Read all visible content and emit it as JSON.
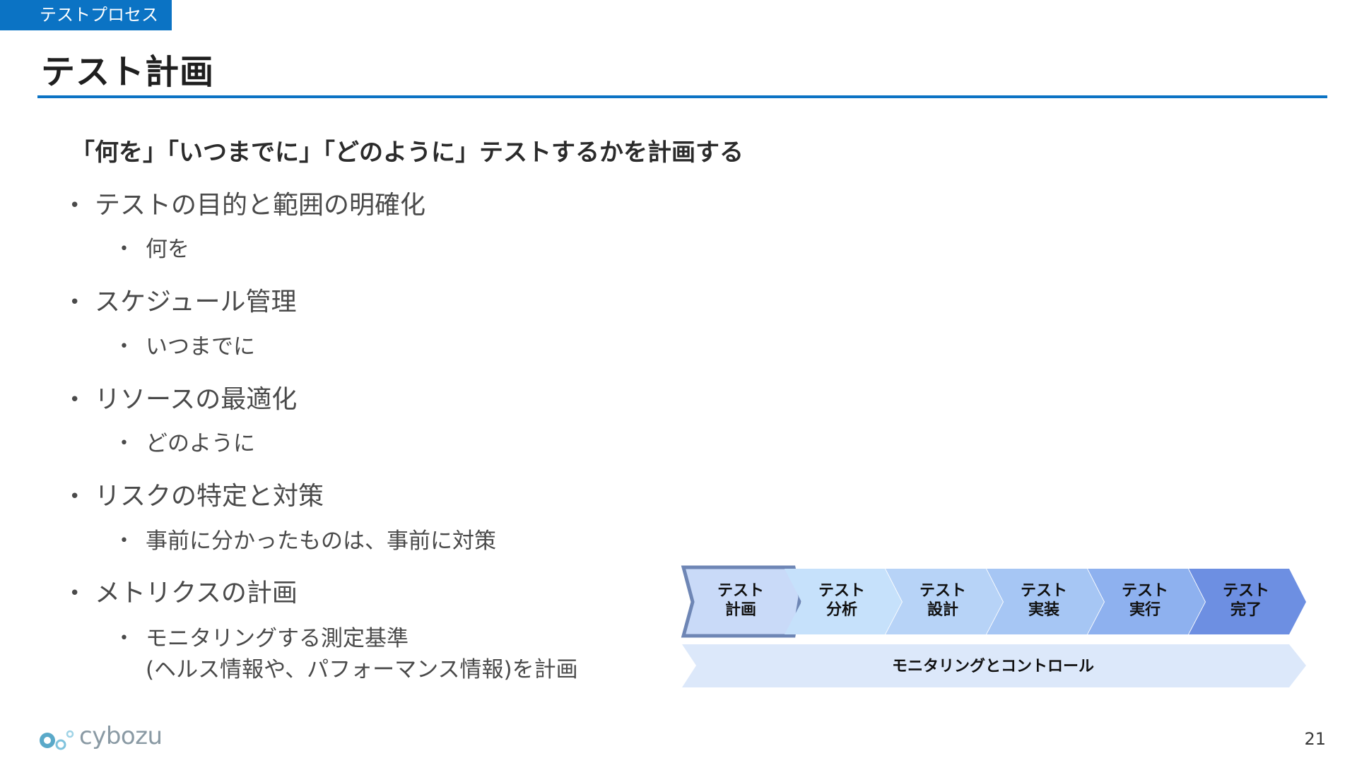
{
  "header": {
    "section_tag": "テストプロセス",
    "title": "テスト計画"
  },
  "lead": "「何を」「いつまでに」「どのように」テストするかを計画する",
  "bullets": [
    {
      "text": "テストの目的と範囲の明確化",
      "sub": [
        "何を"
      ]
    },
    {
      "text": "スケジュール管理",
      "sub": [
        "いつまでに"
      ]
    },
    {
      "text": "リソースの最適化",
      "sub": [
        "どのように"
      ]
    },
    {
      "text": "リスクの特定と対策",
      "sub": [
        "事前に分かったものは、事前に対策"
      ]
    },
    {
      "text": "メトリクスの計画",
      "sub": [
        "モニタリングする測定基準",
        "(ヘルス情報や、パフォーマンス情報)を計画"
      ]
    }
  ],
  "process": {
    "steps": [
      {
        "line1": "テスト",
        "line2": "計画",
        "fill": "#c9daf8",
        "highlight": true
      },
      {
        "line1": "テスト",
        "line2": "分析",
        "fill": "#c6e1fb"
      },
      {
        "line1": "テスト",
        "line2": "設計",
        "fill": "#b7d3f7"
      },
      {
        "line1": "テスト",
        "line2": "実装",
        "fill": "#a6c6f4"
      },
      {
        "line1": "テスト",
        "line2": "実行",
        "fill": "#8eb1ef"
      },
      {
        "line1": "テスト",
        "line2": "完了",
        "fill": "#6d8fe2"
      }
    ],
    "monitor_label": "モニタリングとコントロール",
    "monitor_fill": "#dce8fa",
    "highlight_stroke": "#6e86b5"
  },
  "footer": {
    "logo_text": "cybozu",
    "page_number": "21"
  },
  "colors": {
    "accent": "#0b73c4"
  }
}
